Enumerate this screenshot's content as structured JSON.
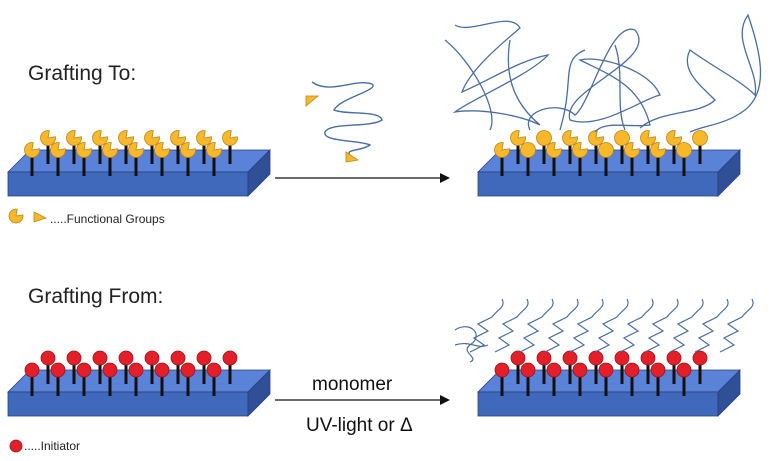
{
  "labels": {
    "grafting_to": "Grafting To:",
    "grafting_from": "Grafting From:",
    "functional_groups": ".....Functional Groups",
    "initiator": ".....Initiator",
    "monomer": "monomer",
    "condition": "UV-light or Δ"
  },
  "colors": {
    "substrate_top": "#5a82d8",
    "substrate_front": "#4068bb",
    "substrate_side": "#2f4f97",
    "substrate_edge": "#2a4080",
    "functional_group": "#f7b82a",
    "functional_group_edge": "#c0841b",
    "initiator": "#e3202a",
    "initiator_edge": "#a01218",
    "stem": "#111111",
    "polymer": "#4a6ea0",
    "arrow": "#111111"
  },
  "icons": {
    "functional_group_pacman": "pacman-shape",
    "functional_group_triangle": "triangle-shape",
    "initiator": "red-circle"
  }
}
